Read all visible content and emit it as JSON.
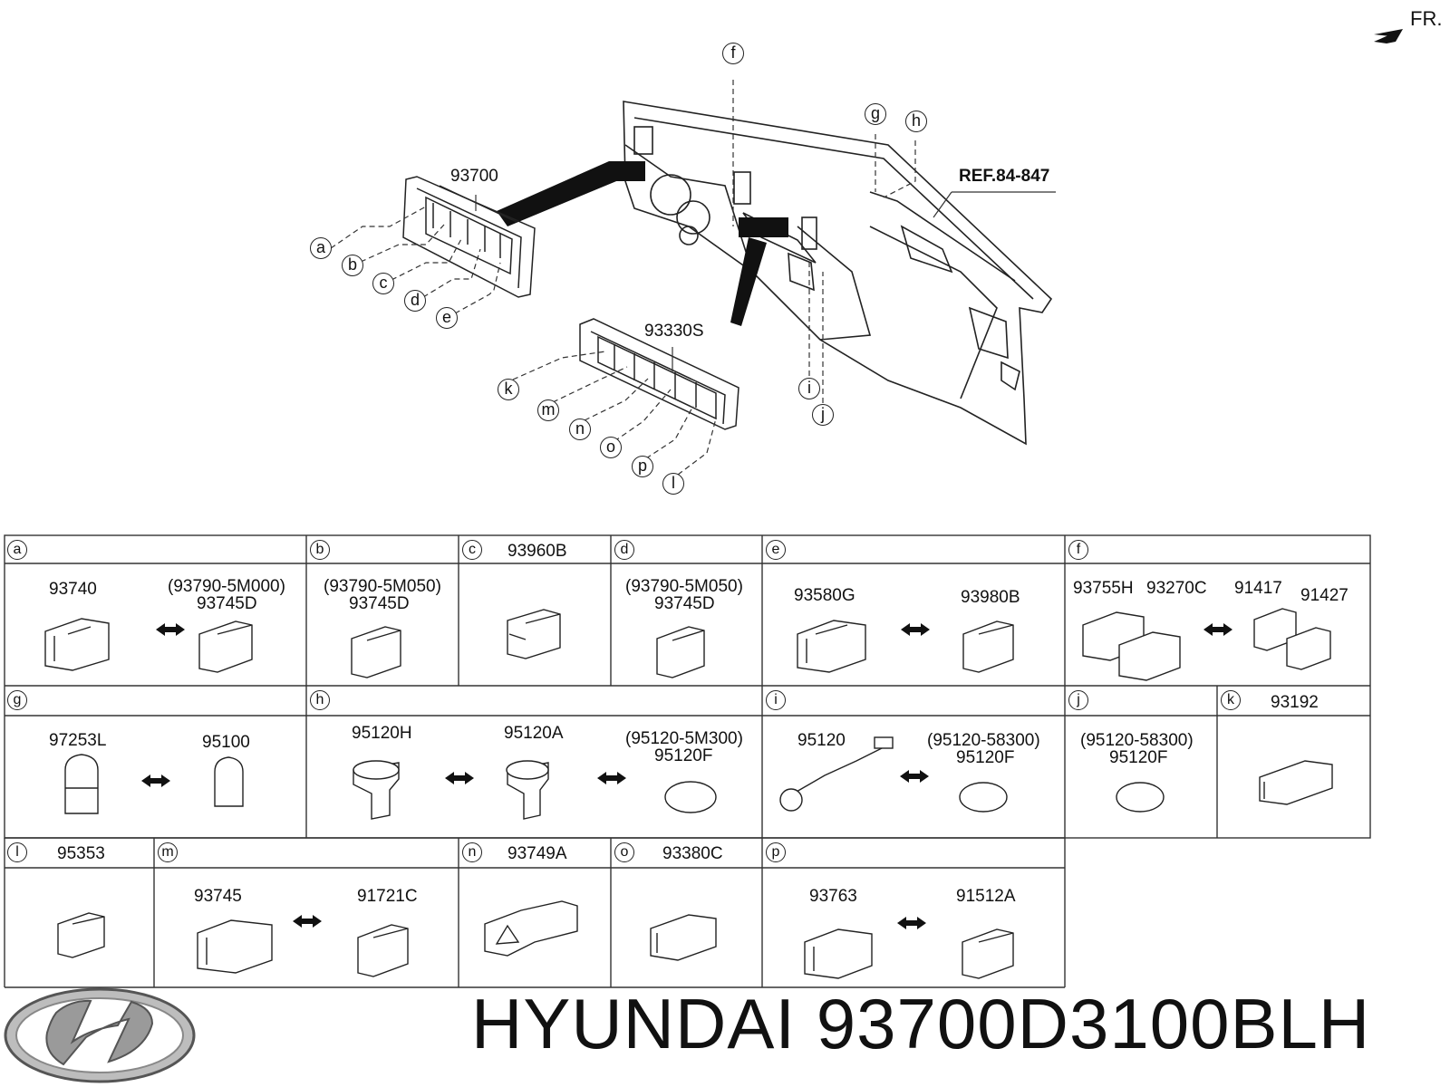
{
  "header": {
    "fr_label": "FR.",
    "ref_label": "REF.84-847"
  },
  "diagram": {
    "main_parts": {
      "p93700": "93700",
      "p93330S": "93330S"
    },
    "callouts": [
      "a",
      "b",
      "c",
      "d",
      "e",
      "f",
      "g",
      "h",
      "i",
      "j",
      "k",
      "l",
      "m",
      "n",
      "o",
      "p"
    ]
  },
  "table": {
    "cells": {
      "a": {
        "letter": "a",
        "parts": [
          "93740",
          "(93790-5M000)",
          "93745D"
        ]
      },
      "b": {
        "letter": "b",
        "parts": [
          "(93790-5M050)",
          "93745D"
        ]
      },
      "c": {
        "letter": "c",
        "header": "93960B"
      },
      "d": {
        "letter": "d",
        "parts": [
          "(93790-5M050)",
          "93745D"
        ]
      },
      "e": {
        "letter": "e",
        "parts": [
          "93580G",
          "93980B"
        ]
      },
      "f": {
        "letter": "f",
        "parts": [
          "93755H",
          "93270C",
          "91417",
          "91427"
        ]
      },
      "g": {
        "letter": "g",
        "parts": [
          "97253L",
          "95100"
        ]
      },
      "h": {
        "letter": "h",
        "parts": [
          "95120H",
          "95120A",
          "(95120-5M300)",
          "95120F"
        ]
      },
      "i": {
        "letter": "i",
        "parts": [
          "95120",
          "(95120-58300)",
          "95120F"
        ]
      },
      "j": {
        "letter": "j",
        "parts": [
          "(95120-58300)",
          "95120F"
        ]
      },
      "k": {
        "letter": "k",
        "header": "93192"
      },
      "l": {
        "letter": "l",
        "header": "95353"
      },
      "m": {
        "letter": "m",
        "parts": [
          "93745",
          "91721C"
        ]
      },
      "n": {
        "letter": "n",
        "header": "93749A"
      },
      "o": {
        "letter": "o",
        "header": "93380C"
      },
      "p": {
        "letter": "p",
        "parts": [
          "93763",
          "91512A"
        ]
      }
    }
  },
  "footer": {
    "brand_text": "HYUNDAI 93700D3100BLH",
    "logo": "hyundai-logo"
  }
}
